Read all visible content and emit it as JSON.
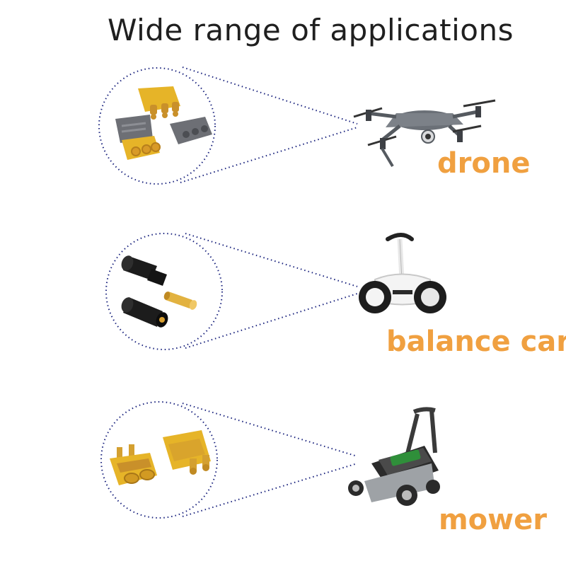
{
  "title": "Wide range of applications",
  "applications": [
    {
      "label": "drone",
      "connector": "MR30 connector",
      "device": "drone"
    },
    {
      "label": "balance car",
      "connector": "bullet connector",
      "device": "self-balancing scooter"
    },
    {
      "label": "mower",
      "connector": "XT60 connector",
      "device": "lawn mower"
    }
  ],
  "colors": {
    "accent": "#f0a040",
    "title": "#1f1f1f",
    "dots": "#1a237e",
    "connector_yellow": "#e6b428",
    "connector_gray": "#6d6f75"
  }
}
